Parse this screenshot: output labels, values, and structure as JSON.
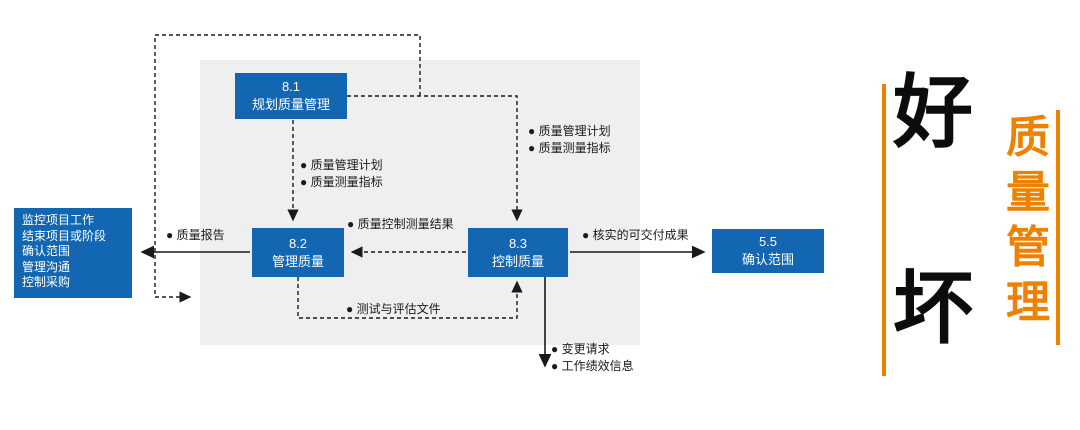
{
  "diagram": {
    "boxes": {
      "plan": {
        "code": "8.1",
        "name": "规划质量管理"
      },
      "manage": {
        "code": "8.2",
        "name": "管理质量"
      },
      "control": {
        "code": "8.3",
        "name": "控制质量"
      },
      "validate": {
        "code": "5.5",
        "name": "确认范围"
      }
    },
    "external_box": {
      "lines": [
        "监控项目工作",
        "结束项目或阶段",
        "确认范围",
        "管理沟通",
        "控制采购"
      ]
    },
    "labels": {
      "plan_to_manage": [
        "● 质量管理计划",
        "● 质量测量指标"
      ],
      "plan_to_control": [
        "● 质量管理计划",
        "● 质量测量指标"
      ],
      "control_to_manage": "● 质量控制测量结果",
      "quality_report": "● 质量报告",
      "verified_deliverables": "● 核实的可交付成果",
      "test_eval_docs": "● 测试与评估文件",
      "outputs_down": [
        "● 变更请求",
        "● 工作绩效信息"
      ]
    },
    "colors": {
      "box_blue": "#1366b1",
      "background_gray": "#efefef",
      "line_black": "#1a1a1a"
    }
  },
  "side_panel": {
    "good_char": "好",
    "bad_char": "坏",
    "vertical_title": [
      "质",
      "量",
      "管",
      "理"
    ],
    "accent_orange": "#ee8100"
  }
}
